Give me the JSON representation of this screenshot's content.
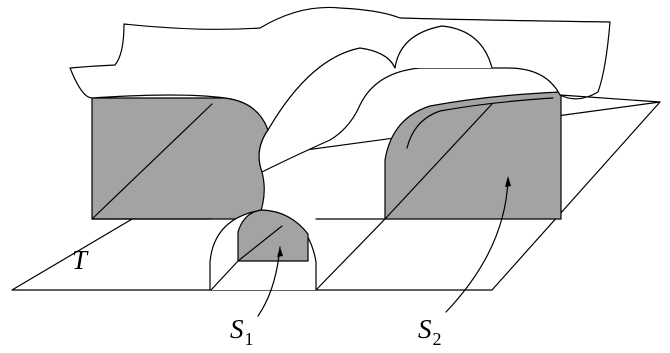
{
  "labels": {
    "t": "T",
    "s1": {
      "main": "S",
      "sub": "1"
    },
    "s2": {
      "main": "S",
      "sub": "2"
    }
  },
  "colors": {
    "shade": "#a3a3a5",
    "line": "#000000",
    "background": "#ffffff"
  }
}
